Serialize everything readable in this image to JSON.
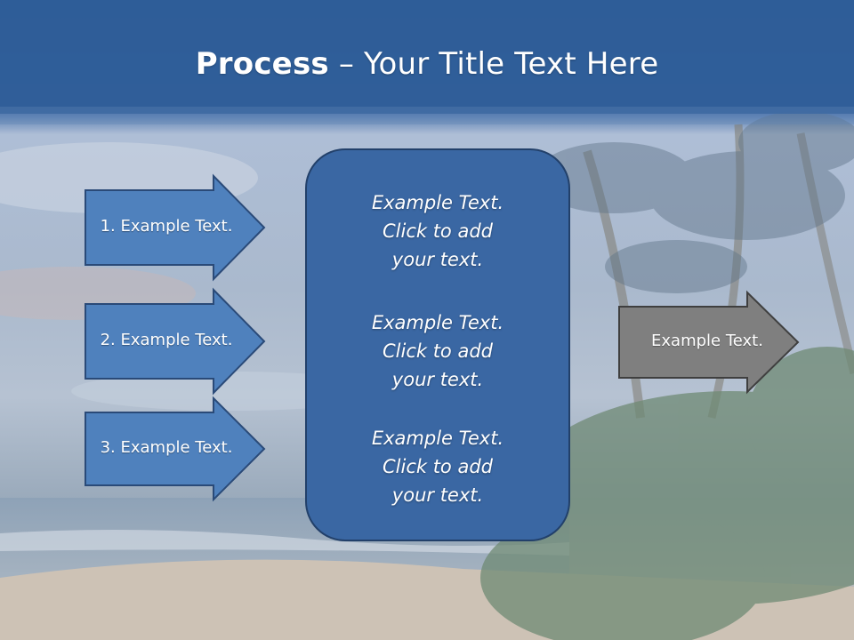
{
  "slide": {
    "title_bold": "Process",
    "title_rest": " – Your Title Text Here",
    "left_arrows": [
      {
        "label": "1. Example Text."
      },
      {
        "label": "2. Example Text."
      },
      {
        "label": "3. Example Text."
      }
    ],
    "center_blocks": [
      {
        "line1": "Example Text.",
        "line2": "Click  to add",
        "line3": "your text."
      },
      {
        "line1": "Example Text.",
        "line2": "Click  to add",
        "line3": "your text."
      },
      {
        "line1": "Example Text.",
        "line2": "Click  to add",
        "line3": "your text."
      }
    ],
    "output_arrow": {
      "label": "Example Text."
    }
  },
  "colors": {
    "header_blue": "#2f5d98",
    "arrow_blue": "#4f81bd",
    "center_box": "#3a67a3",
    "output_gray": "#7f7f7f",
    "outline": "#2a4a78"
  }
}
